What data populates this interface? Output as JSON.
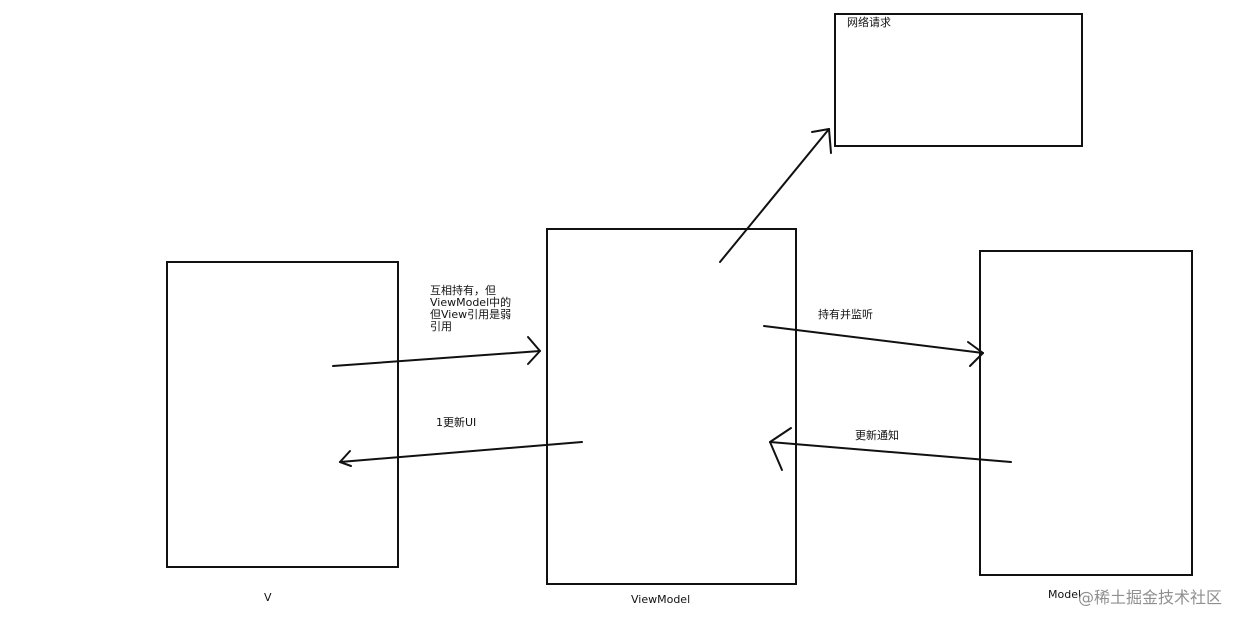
{
  "labels": {
    "network": "网络请求",
    "v": "V",
    "viewmodel": "ViewModel",
    "model": "Model"
  },
  "arrow_texts": {
    "mutual_line1": "互相持有，但",
    "mutual_line2": "ViewModel中的",
    "mutual_line3": "但View引用是弱",
    "mutual_line4": "引用",
    "update_ui": "1更新UI",
    "hold_listen": "持有并监听",
    "update_notify": "更新通知"
  },
  "watermark": "@稀土掘金技术社区"
}
